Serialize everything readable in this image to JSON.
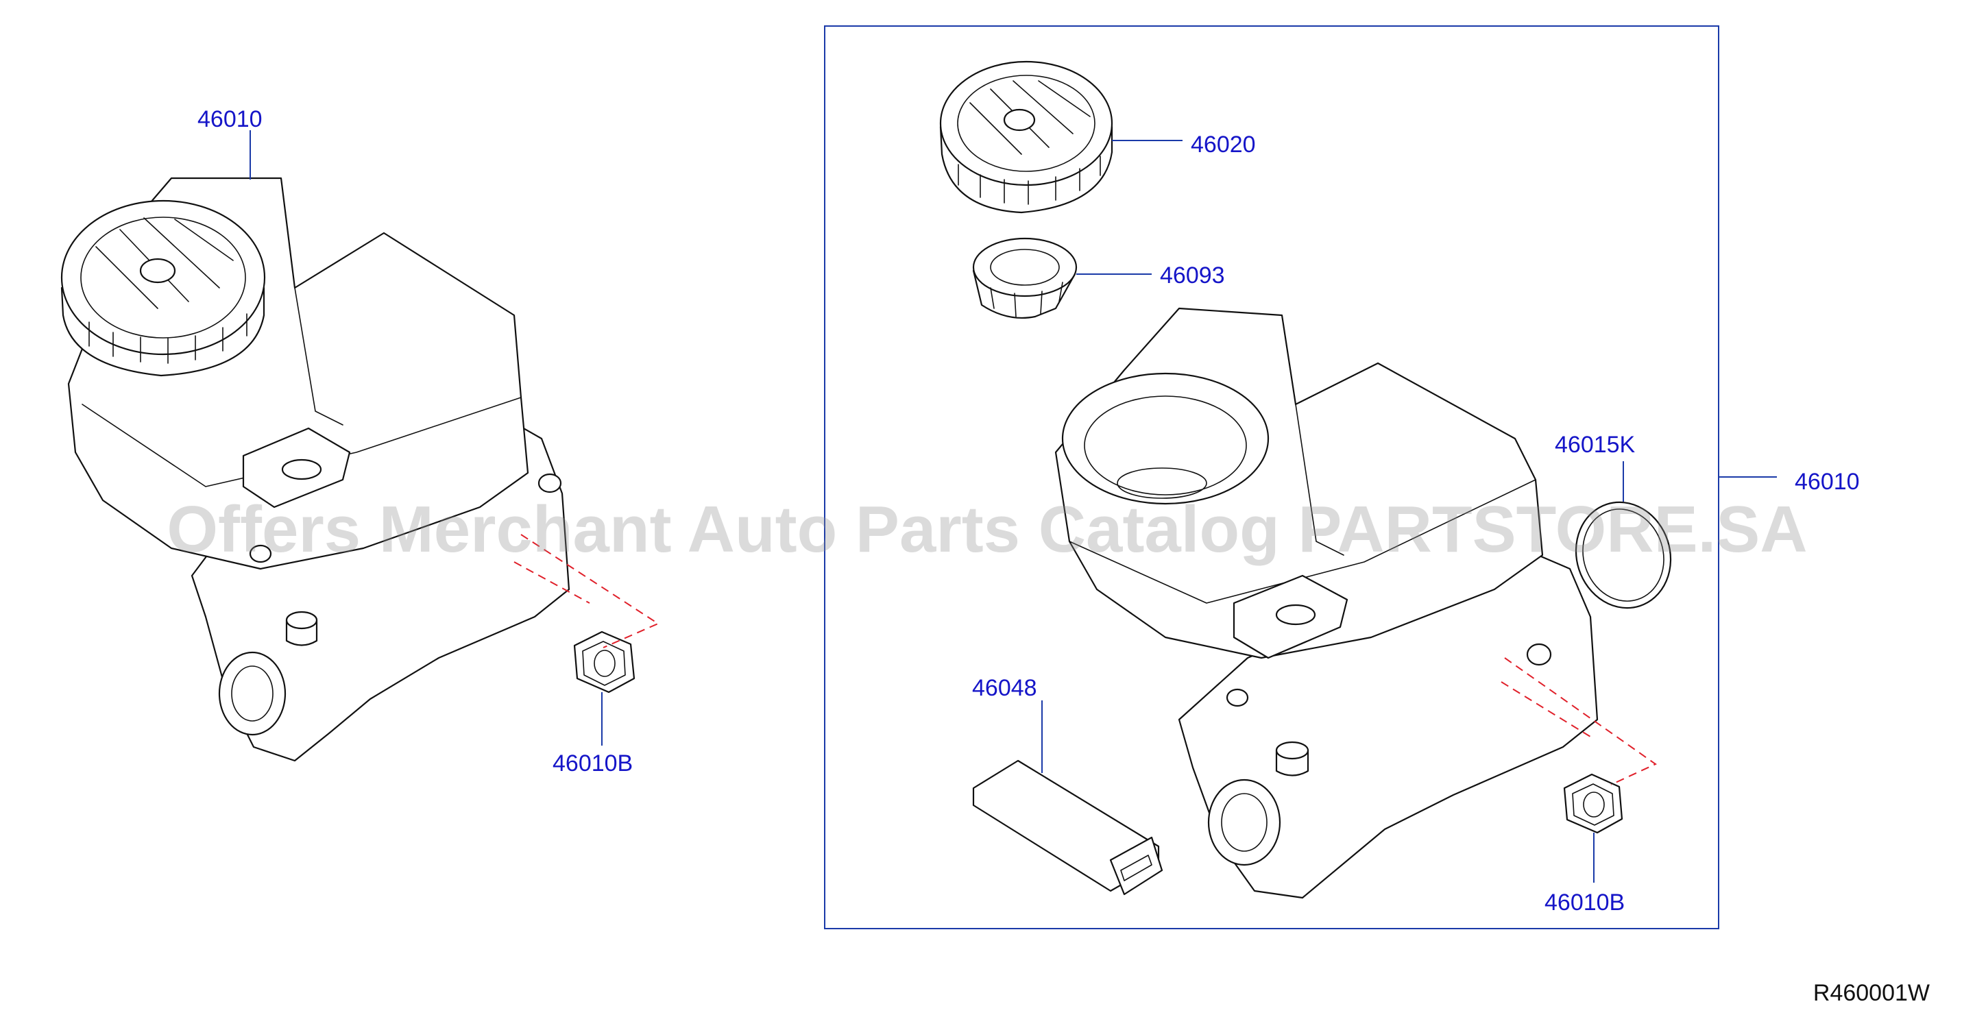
{
  "callouts": {
    "left_master_cylinder": "46010",
    "left_nut": "46010B",
    "reservoir_cap": "46020",
    "strainer": "46093",
    "oring": "46015K",
    "right_master_cylinder": "46010",
    "connector": "46048",
    "right_nut": "46010B"
  },
  "watermark": "Offers Merchant Auto Parts Catalog PARTSTORE.SA",
  "diagram_code": "R460001W",
  "colors": {
    "callout_text": "#1515c8",
    "leader_line": "#1a3aa8",
    "dashed_guide": "#e0202a",
    "line_art": "#111111"
  }
}
